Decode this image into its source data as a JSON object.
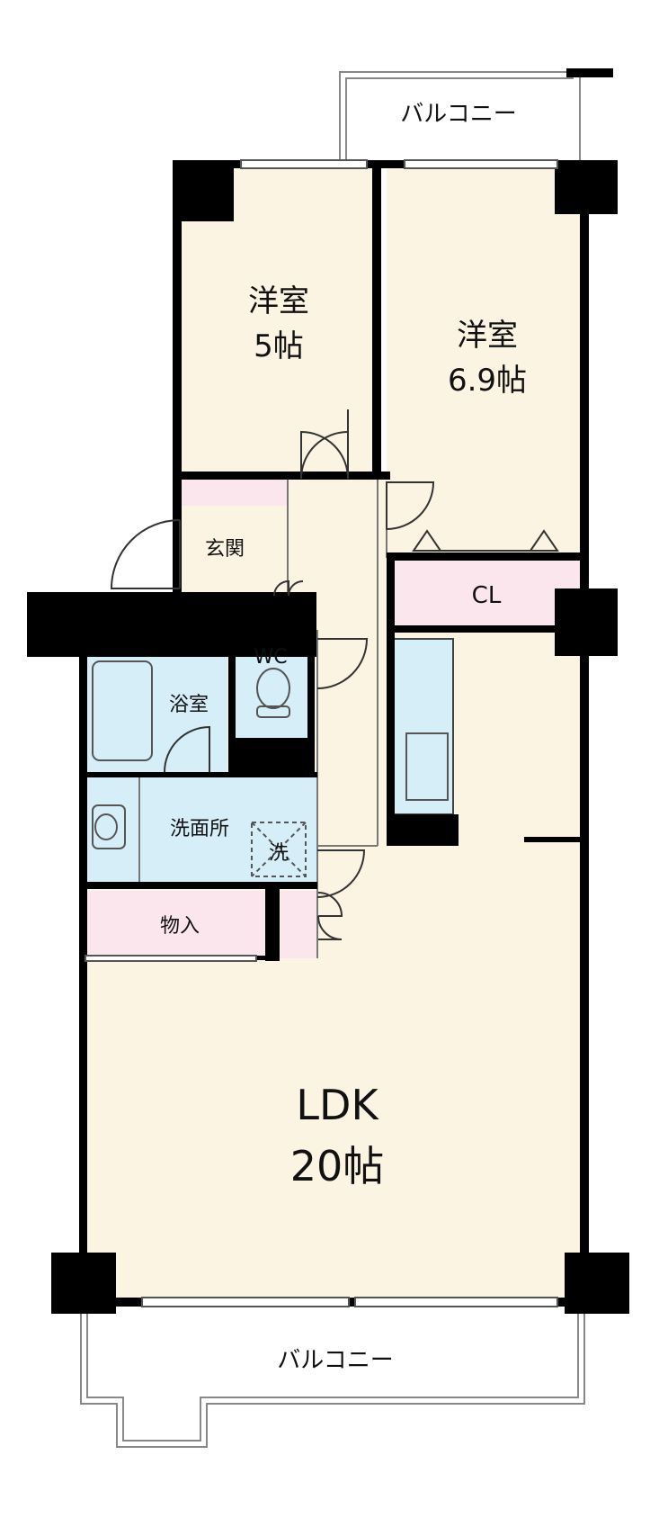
{
  "rooms": {
    "balcony_top": "バルコニー",
    "western_room_small_name": "洋室",
    "western_room_small_size": "5帖",
    "western_room_large_name": "洋室",
    "western_room_large_size": "6.9帖",
    "entrance": "玄関",
    "closet": "CL",
    "toilet": "WC",
    "bathroom": "浴室",
    "washroom": "洗面所",
    "washer_mark": "洗",
    "storage": "物入",
    "ldk_name": "LDK",
    "ldk_size": "20帖",
    "balcony_bottom": "バルコニー"
  },
  "colors": {
    "room_fill": "#fcf4e3",
    "wet_area_fill": "#d6eef8",
    "storage_fill": "#fbe6ee",
    "wall": "#000000",
    "line": "#777777"
  }
}
